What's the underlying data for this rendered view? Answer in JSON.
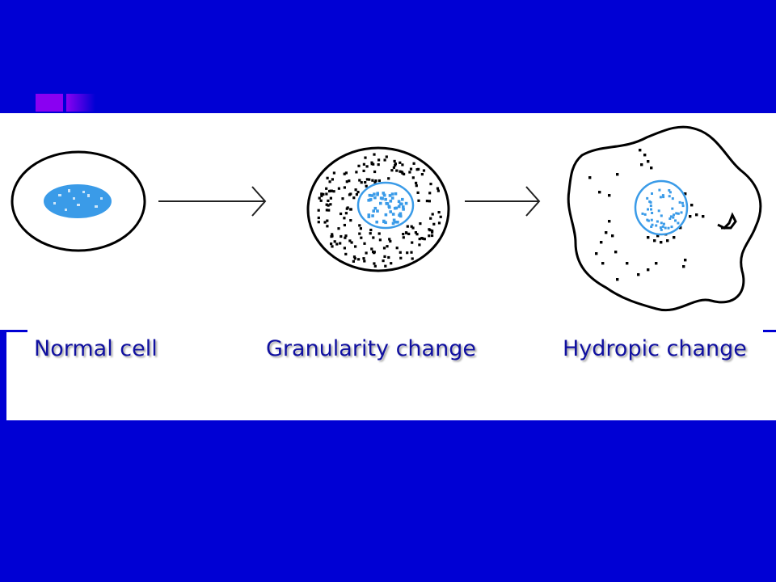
{
  "labels": {
    "normal": "Normal cell",
    "granular": "Granularity change",
    "hydropic": "Hydropic change"
  },
  "colors": {
    "background": "#0000d4",
    "accent": "#8a00f2",
    "nucleus_fill": "#3a9be8",
    "nucleus_outline": "#3a9be8",
    "label_text": "#1010a0"
  },
  "icons": [
    "arrow-right-icon",
    "arrow-right-icon"
  ]
}
